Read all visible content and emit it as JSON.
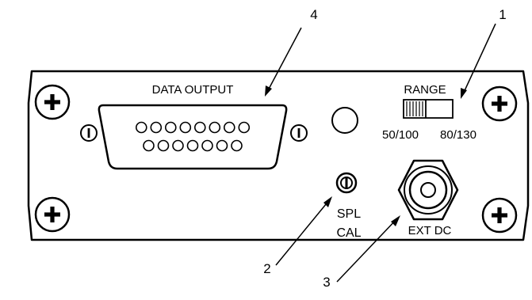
{
  "panel": {
    "labels": {
      "data_output": "DATA OUTPUT",
      "range": "RANGE",
      "range_low": "50/100",
      "range_high": "80/130",
      "spl": "SPL",
      "cal": "CAL",
      "ext_dc": "EXT DC"
    },
    "callouts": [
      "4",
      "1",
      "2",
      "3"
    ],
    "db_connector": {
      "top_row_pins": 8,
      "bottom_row_pins": 7
    },
    "icons": [
      "plus-screw-icon",
      "slot-screw-icon",
      "db15-connector-icon",
      "slide-switch-icon",
      "trimmer-icon",
      "dc-jack-icon",
      "indicator-hole-icon"
    ]
  }
}
